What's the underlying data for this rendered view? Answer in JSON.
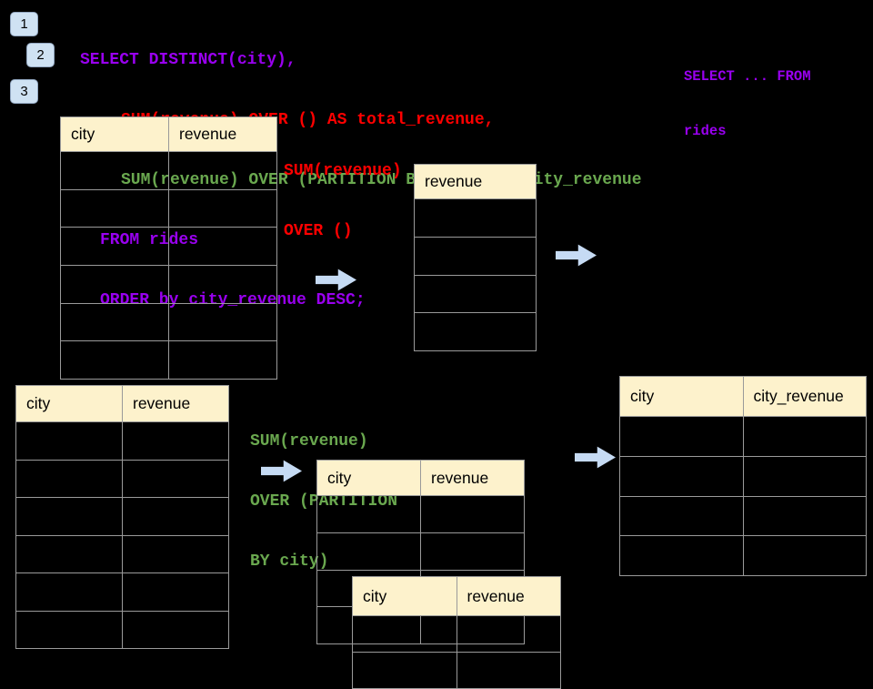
{
  "steps": [
    {
      "label": "1"
    },
    {
      "label": "2"
    },
    {
      "label": "3"
    }
  ],
  "code": {
    "lines": [
      {
        "text": "SELECT DISTINCT(city),"
      },
      {
        "text": "SUM(revenue) OVER () AS total_revenue,"
      },
      {
        "text": "SUM(revenue) OVER (PARTITION BY city) as city_revenue"
      },
      {
        "text": "FROM rides"
      },
      {
        "text": "ORDER by city_revenue DESC;"
      }
    ]
  },
  "note_top_right": {
    "lines": [
      "SELECT ... FROM",
      "rides"
    ]
  },
  "annotations": {
    "total": {
      "lines": [
        "SUM(revenue)",
        "OVER ()"
      ]
    },
    "partition": {
      "lines": [
        "SUM(revenue)",
        "OVER (PARTITION",
        "BY city)"
      ]
    }
  },
  "tables": {
    "source_total": {
      "headers": [
        "city",
        "revenue"
      ],
      "row_count": 6
    },
    "total_result": {
      "headers": [
        "revenue"
      ],
      "row_count": 4
    },
    "source_partition": {
      "headers": [
        "city",
        "revenue"
      ],
      "row_count": 6
    },
    "partition_step": {
      "headers": [
        "city",
        "revenue"
      ],
      "row_count": 4
    },
    "partition_overlay": {
      "headers": [
        "city",
        "revenue"
      ],
      "row_count": 2
    },
    "final_result": {
      "headers": [
        "city",
        "city_revenue"
      ],
      "row_count": 4
    }
  },
  "icons": {
    "arrows": [
      "right-arrow-icon",
      "right-arrow-icon",
      "right-arrow-icon",
      "right-arrow-icon"
    ]
  },
  "colors": {
    "background": "#000000",
    "code_purple": "#9900ef",
    "code_red": "#ff0000",
    "code_green": "#6aa84f",
    "table_header_cream": "#fdf2cc",
    "table_border_gray": "#9a9a9a",
    "badge_blue": "#cfe2f3",
    "arrow_blue": "#c6dbf4"
  }
}
